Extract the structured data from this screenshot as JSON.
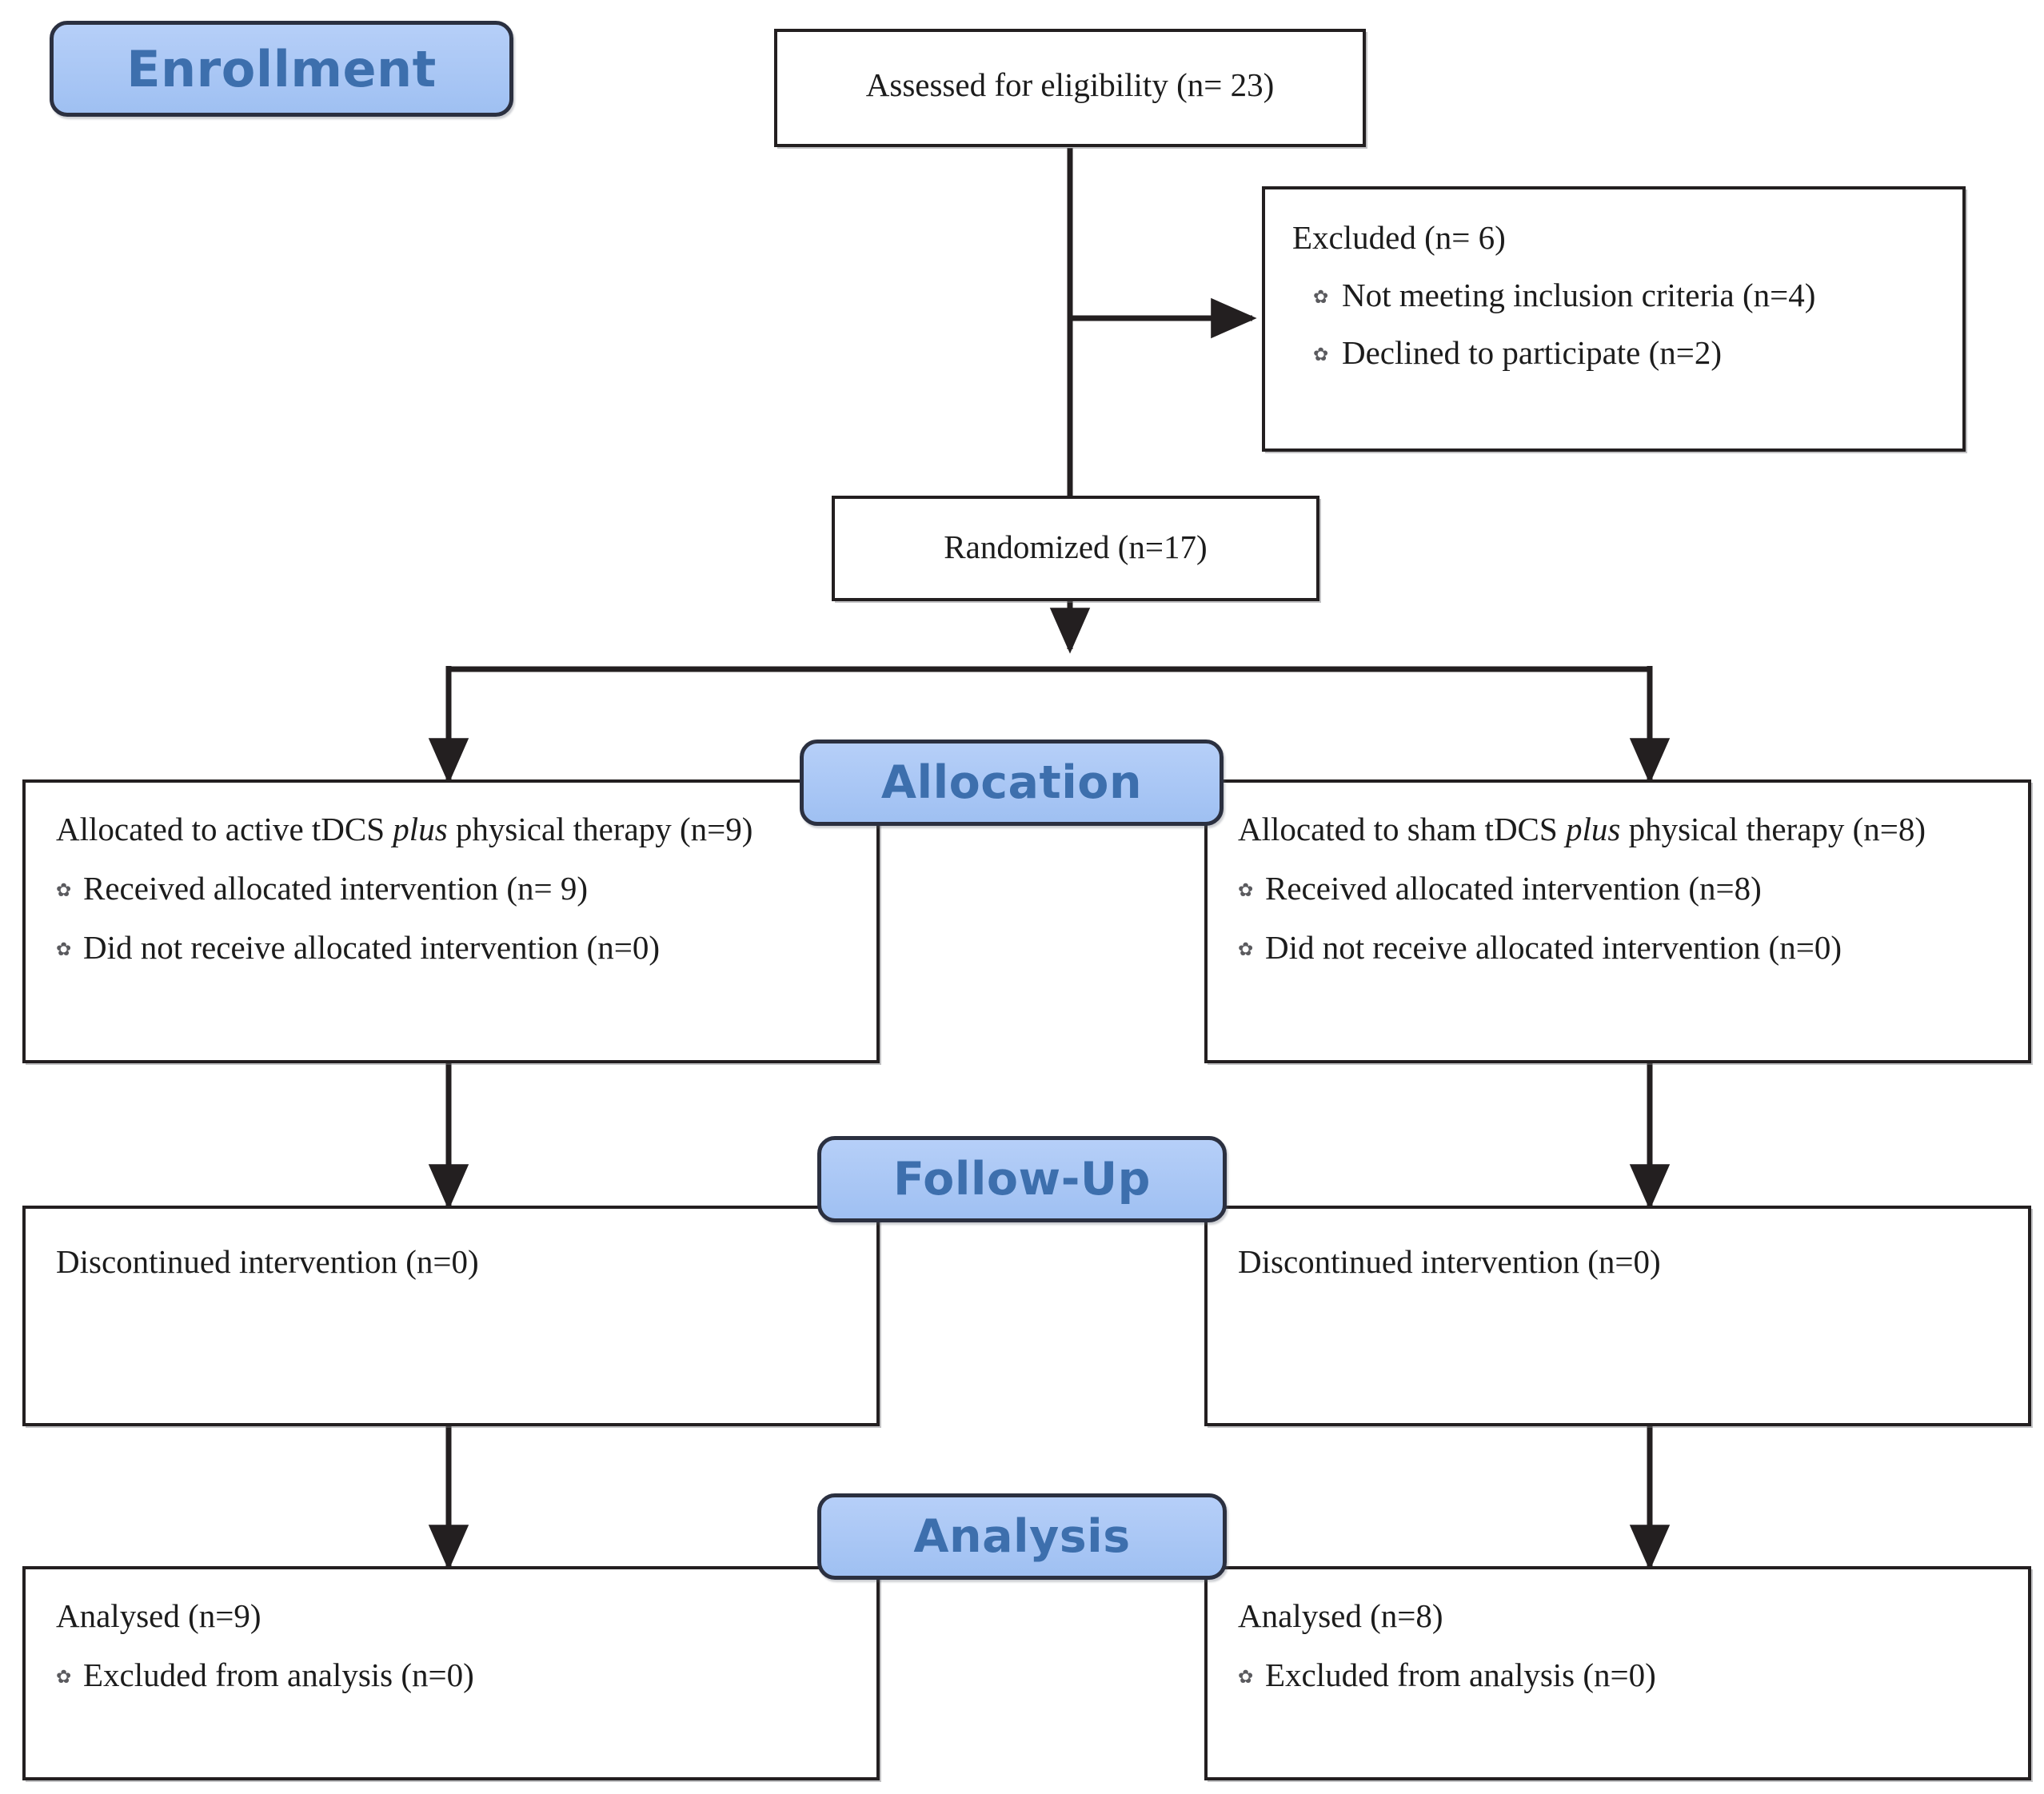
{
  "diagram": {
    "title": "CONSORT participant flow diagram",
    "colors": {
      "pill_fill": "#a8c6f5",
      "pill_border": "#2b3040",
      "pill_text": "#3d6fad",
      "box_border": "#231f20",
      "box_fill": "#ffffff",
      "text": "#1c1c1c",
      "connector": "#231f20"
    },
    "bullet_glyph": "✿"
  },
  "stages": [
    {
      "id": "enrollment",
      "label": "Enrollment"
    },
    {
      "id": "allocation",
      "label": "Allocation"
    },
    {
      "id": "followup",
      "label": "Follow-Up"
    },
    {
      "id": "analysis",
      "label": "Analysis"
    }
  ],
  "nodes": {
    "assessed": {
      "title": "Assessed for eligibility (n= 23)"
    },
    "excluded": {
      "title": "Excluded (n= 6)",
      "items": [
        "Not meeting inclusion criteria (n=4)",
        "Declined to participate (n=2)"
      ]
    },
    "randomized": {
      "title": "Randomized (n=17)"
    },
    "allocation_left": {
      "title_pre": "Allocated to active tDCS ",
      "title_em": "plus",
      "title_post": " physical therapy (n=9)",
      "items": [
        "Received allocated intervention (n= 9)",
        "Did not receive allocated intervention (n=0)"
      ]
    },
    "allocation_right": {
      "title_pre": "Allocated to sham tDCS ",
      "title_em": "plus",
      "title_post": " physical therapy (n=8)",
      "items": [
        "Received allocated intervention (n=8)",
        "Did not receive allocated intervention (n=0)"
      ]
    },
    "followup_left": {
      "title": "Discontinued intervention (n=0)"
    },
    "followup_right": {
      "title": "Discontinued intervention (n=0)"
    },
    "analysis_left": {
      "title": "Analysed (n=9)",
      "items": [
        "Excluded from analysis (n=0)"
      ]
    },
    "analysis_right": {
      "title": "Analysed (n=8)",
      "items": [
        "Excluded from analysis (n=0)"
      ]
    }
  }
}
